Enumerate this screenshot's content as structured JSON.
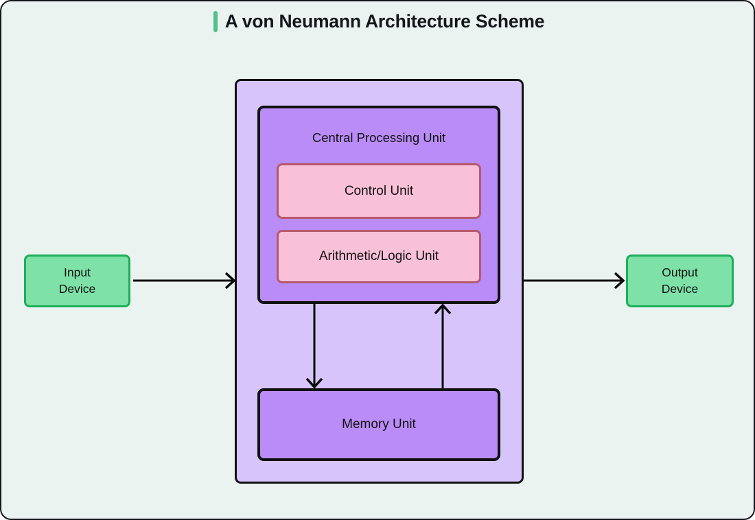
{
  "page": {
    "background_color": "#EAF3F0",
    "border_color": "#14171A"
  },
  "header": {
    "title": "A von Neumann Architecture Scheme",
    "accent_color": "#4FC28B"
  },
  "diagram": {
    "outer_container": {
      "name": "von-neumann-machine",
      "fill": "#D6C4FB"
    },
    "cpu": {
      "label": "Central Processing Unit",
      "fill": "#BA8CF7",
      "border": "#111111"
    },
    "control_unit": {
      "label": "Control Unit",
      "fill": "#F9C1D7",
      "border": "#B5596F"
    },
    "alu": {
      "label": "Arithmetic/Logic Unit",
      "fill": "#F9C1D7",
      "border": "#B5596F"
    },
    "memory": {
      "label": "Memory Unit",
      "fill": "#BA8CF7",
      "border": "#111111"
    },
    "input_device": {
      "line1": "Input",
      "line2": "Device",
      "fill": "#7EE2A8",
      "border": "#1DAE5C"
    },
    "output_device": {
      "line1": "Output",
      "line2": "Device",
      "fill": "#7EE2A8",
      "border": "#1DAE5C"
    },
    "arrows": [
      {
        "name": "input-to-cpu",
        "direction": "right"
      },
      {
        "name": "cpu-to-output",
        "direction": "right"
      },
      {
        "name": "cpu-to-memory",
        "direction": "down"
      },
      {
        "name": "memory-to-cpu",
        "direction": "up"
      }
    ]
  }
}
